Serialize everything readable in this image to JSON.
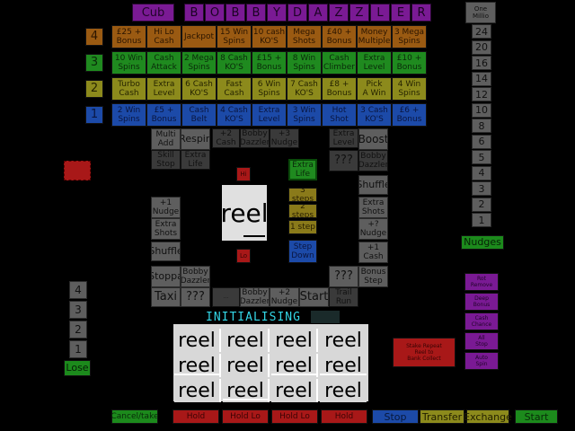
{
  "header": {
    "club_label": "Cub",
    "title_letters": [
      "B",
      "O",
      "B",
      "B",
      "Y",
      "D",
      "A",
      "Z",
      "Z",
      "L",
      "E",
      "R"
    ]
  },
  "trail": {
    "top_label": "One\nMillio",
    "values": [
      "24",
      "20",
      "16",
      "14",
      "12",
      "10",
      "8",
      "6",
      "5",
      "4",
      "3",
      "2",
      "1"
    ],
    "nudges_label": "Nudges"
  },
  "feature_board": {
    "rows": [
      {
        "level": "4",
        "color": "orange",
        "cells": [
          "£25 +\nBonus",
          "Hi Lo\nCash",
          "Jackpot",
          "15 Win\nSpins",
          "10 cash\nKO'S",
          "Mega Shots",
          "£40 +\nBonus",
          "Money\nMultiple",
          "3 Mega\nSpins"
        ]
      },
      {
        "level": "3",
        "color": "green",
        "cells": [
          "10 Win\nSpins",
          "Cash\nAttack",
          "2 Mega\nSpins",
          "8 Cash\nKO'S",
          "£15 +\nBonus",
          "8 Win\nSpins",
          "Cash\nClimber",
          "Extra\nLevel",
          "£10 +\nBonus"
        ]
      },
      {
        "level": "2",
        "color": "olive",
        "cells": [
          "Turbo\nCash",
          "Extra\nLevel",
          "6 Cash\nKO'S",
          "Fast\nCash",
          "6 Win\nSpins",
          "7 Cash\nKO'S",
          "£8 +\nBonus",
          "Pick\nA Win",
          "4 Win\nSpins"
        ]
      },
      {
        "level": "1",
        "color": "blue",
        "cells": [
          "2 Win\nSpins",
          "£5 +\nBonus",
          "Cash\nBelt",
          "4 Cash\nKO'S",
          "Extra\nLevel",
          "3 Win\nSpins",
          "Hot\nShot",
          "3 Cash\nKO'S",
          "£6 +\nBonus"
        ]
      }
    ]
  },
  "left_cluster": {
    "multi_add": "Multi\nAdd",
    "respin": "Respin",
    "plus2_cash": "+2\nCash",
    "bobby_dazzler": "Bobby\nDazzler",
    "plus3_nudge": "+3\nNudge",
    "skill_stop": "Skill\nStop",
    "extra_life": "Extra\nLife",
    "plus1_nudge": "+1\nNudge",
    "extra_shots": "Extra\nShots",
    "shuffle": "Shuffle",
    "stoppa": "Stoppa",
    "bobby_dazzler2": "Bobby\nDazzler",
    "taxi": "Taxi",
    "qqq": "???"
  },
  "right_cluster": {
    "extra_level": "Extra\nLevel",
    "boost": "Boost",
    "qqq": "???",
    "bobby_dazzler": "Bobby\nDazzler",
    "shuffle": "Shuffle",
    "extra_shots": "Extra\nShots",
    "plus_q_nudge": "+?\nNudge",
    "plus1_cash": "+1\nCash",
    "qqq2": "???",
    "bonus_step": "Bonus\nStep",
    "trail_run": "Trail\nRun"
  },
  "bottom_mid": {
    "small_dot": "...",
    "bobby_dazzler": "Bobby\nDazzler",
    "plus2_nudge": "+2\nNudge",
    "start": "Start"
  },
  "center": {
    "hi_label": "Hi",
    "lo_label": "Lo",
    "center_reel": "reel",
    "extra_life": "Extra\nLife",
    "steps": [
      "3 steps",
      "2 steps",
      "1 step"
    ],
    "step_down": "Step\nDown"
  },
  "status_text": "INITIALISING",
  "status_suffix": "",
  "reels": [
    "reel",
    "reel",
    "reel",
    "reel",
    "reel",
    "reel",
    "reel",
    "reel",
    "reel",
    "reel",
    "reel",
    "reel"
  ],
  "left_counter": {
    "values": [
      "4",
      "3",
      "2",
      "1"
    ],
    "lose_label": "Lose"
  },
  "right_panel": {
    "red_box": "Stake Repeat\nReel to\nBank Collect",
    "purple_items": [
      "Rot\nRemove",
      "Deep\nBonus",
      "Cash\nChance",
      "All\nStop",
      "Auto\nSpin"
    ]
  },
  "bottom_buttons": [
    "Cancel/take",
    "Hold",
    "Hold Lo",
    "Hold Lo",
    "Hold",
    "Stop",
    "Transfer",
    "Exchange",
    "Start"
  ],
  "colors": {
    "orange": "#9a5a12",
    "green": "#1f8a1f",
    "olive": "#8c8a1c",
    "blue": "#1c4aa8",
    "purple": "#7a1a94",
    "red": "#a81818",
    "grey": "#5e5e5e",
    "status": "#33d6e6"
  }
}
